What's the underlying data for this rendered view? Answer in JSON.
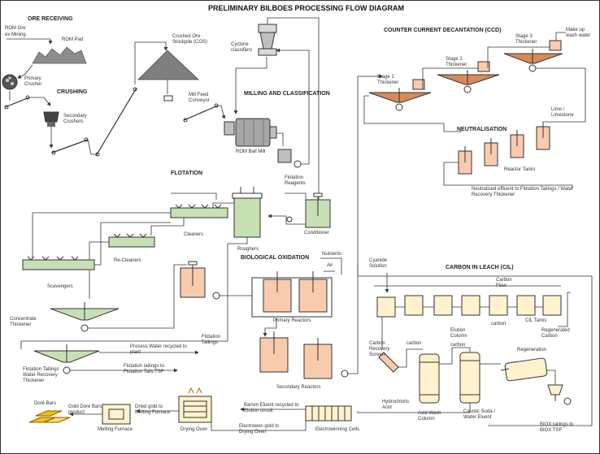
{
  "title": "PRELIMINARY BILBOES PROCESSING FLOW DIAGRAM",
  "colors": {
    "line": "#333333",
    "equipment_fill": "#f8cbad",
    "flotation_fill": "#c6e0b4",
    "cil_fill": "#fff2cc",
    "hills": "#8c8c8c"
  },
  "sections": {
    "ore_receiving": "ORE RECEIVING",
    "crushing": "CRUSHING",
    "milling": "MILLING AND CLASSIFICATION",
    "flotation": "FLOTATION",
    "biox": "BIOLOGICAL OXIDATION",
    "ccd": "COUNTER CURRENT DECANTATION (CCD)",
    "neutralisation": "NEUTRALISATION",
    "cil": "CARBON IN LEACH (CIL)"
  },
  "labels": {
    "rom_ore": "ROM Ore",
    "ex_mining": "ex Mining",
    "rom_pad": "ROM Pad",
    "primary_crusher": "Primary Crusher",
    "secondary_crushers": "Secondary Crushers",
    "crushed_ore_stockpile": "Crushed Ore Stockpile (COS)",
    "cyclone_classifiers": "Cyclone classifiers",
    "mill_feed_conveyor": "Mill Feed Conveyor",
    "rom_ball_mill": "ROM Ball Mill",
    "flotation_reagents": "Flotation Reagents",
    "conditioner": "Conditioner",
    "cleaners": "Cleaners",
    "re_cleaners": "Re-Cleaners",
    "roughers": "Roughers",
    "scavengers": "Scavengers",
    "concentrate_thickener": "Concentrate Thickener",
    "flotation_tailings": "Flotation Tailings",
    "process_water_recycled": "Process Water recycled to plant",
    "flotation_tailings_water_recovery": "Flotation Tailings Water Recovery Thickener",
    "flotation_tailings_to_tsf": "Flotation tailings to Flotation Tails TSF",
    "nutrients": "Nutrients",
    "air": "Air",
    "primary_reactors": "Primary Reactors",
    "secondary_reactors": "Secondary Reactors",
    "stage1_thickener": "Stage 1 Thickener",
    "stage2_thickener": "Stage 2 Thickener",
    "stage3_thickener": "Stage 3 Thickener",
    "make_up_wash_water": "Make up wash water",
    "lime_limestone": "Lime / Limestone",
    "reactor_tanks": "Reactor Tanks",
    "neutralised_effluent": "Neutralised effluent to Flotation Tailings / Water Recovery Thickener",
    "cyanide_solution": "Cyanide Solution",
    "carbon_flow": "Carbon Flow",
    "carbon": "carbon",
    "cil_tanks": "CIL Tanks",
    "regenerated_carbon": "Regenerated Carbon",
    "carbon_recovery_screen": "Carbon Recovery Screen",
    "elution_column": "Elution Column",
    "regeneration": "Regeneration",
    "hydrochloric_acid": "Hydrochloric Acid",
    "acid_wash_column": "Acid Wash Column",
    "caustic_soda": "Caustic Soda / Water Eluent",
    "biox_tailings": "BIOX tailings to BIOX TSF",
    "barren_eluent": "Barren Eluent recycled to Elution circuit",
    "electrowon_gold": "Electrowon gold to Drying Oven",
    "electrowinning_cells": "Electrowinning Cells",
    "drying_oven": "Drying Oven",
    "dried_gold": "Dried gold to Melting Furnace",
    "melting_furnace": "Melting Furnace",
    "gold_dore_bars_product": "Gold Doré Bars product",
    "dore_bars": "Doré Bars"
  }
}
